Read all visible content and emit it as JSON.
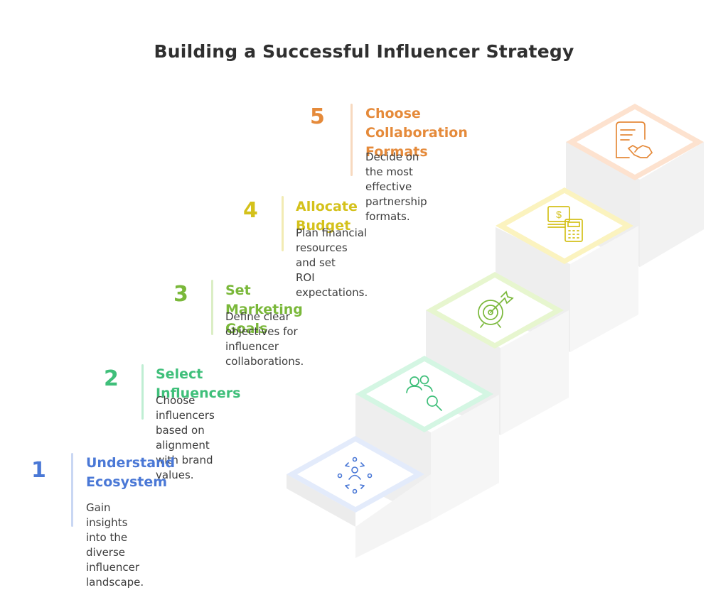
{
  "title": "Building a Successful Influencer Strategy",
  "steps": [
    {
      "number": "1",
      "title_line1": "Understand",
      "title_line2": "Ecosystem",
      "desc_line1": "Gain insights into the diverse",
      "desc_line2": "influencer landscape.",
      "color": "#4a78d6",
      "bar_color": "#c9d7f3",
      "icon": "network-people-icon"
    },
    {
      "number": "2",
      "title_line1": "Select Influencers",
      "title_line2": "",
      "desc_line1": "Choose influencers based on",
      "desc_line2": "alignment with brand values.",
      "color": "#3fbf7a",
      "bar_color": "#bfeed3",
      "icon": "people-search-icon"
    },
    {
      "number": "3",
      "title_line1": "Set Marketing Goals",
      "title_line2": "",
      "desc_line1": "Define clear objectives for",
      "desc_line2": "influencer collaborations.",
      "color": "#7ab83a",
      "bar_color": "#dbeec5",
      "icon": "target-icon"
    },
    {
      "number": "4",
      "title_line1": "Allocate Budget",
      "title_line2": "",
      "desc_line1": "Plan financial resources and set",
      "desc_line2": "ROI expectations.",
      "color": "#d4c11b",
      "bar_color": "#f2ebb3",
      "icon": "money-calculator-icon"
    },
    {
      "number": "5",
      "title_line1": "Choose Collaboration",
      "title_line2": "Formats",
      "desc_line1": "Decide on the most effective",
      "desc_line2": "partnership formats.",
      "color": "#e58a3a",
      "bar_color": "#f7d9bf",
      "icon": "contract-handshake-icon"
    }
  ]
}
